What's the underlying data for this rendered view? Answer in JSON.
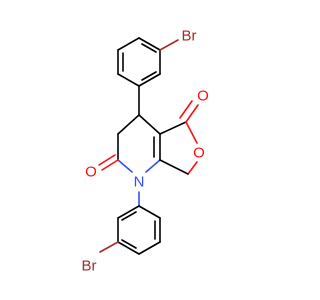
{
  "atoms": {
    "br_top": "Br",
    "br_bottom": "Br",
    "o_ketone_top": "O",
    "o_ring": "O",
    "o_amide": "O",
    "n_ring": "N"
  },
  "colors": {
    "bond": "#000000",
    "oxygen": "#ff0d0d",
    "nitrogen": "#3050f8",
    "bromine": "#a62929",
    "background": "#ffffff"
  }
}
